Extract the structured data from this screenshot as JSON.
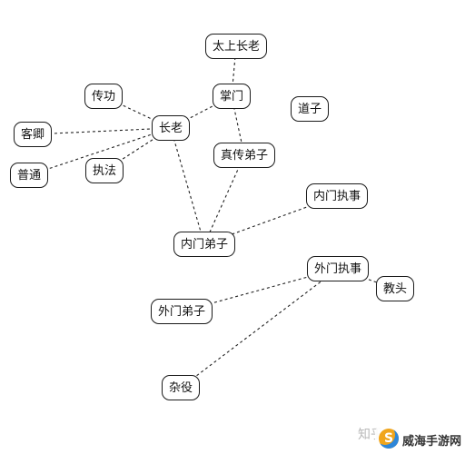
{
  "diagram": {
    "nodes": [
      {
        "id": "taishang",
        "label": "太上长老"
      },
      {
        "id": "zhangmen",
        "label": "掌门"
      },
      {
        "id": "daozi",
        "label": "道子"
      },
      {
        "id": "chuangong",
        "label": "传功"
      },
      {
        "id": "zhanglao",
        "label": "长老"
      },
      {
        "id": "keqing",
        "label": "客卿"
      },
      {
        "id": "zhenchuan",
        "label": "真传弟子"
      },
      {
        "id": "putong",
        "label": "普通"
      },
      {
        "id": "zhifa",
        "label": "执法"
      },
      {
        "id": "neimenzhishi",
        "label": "内门执事"
      },
      {
        "id": "neimendizi",
        "label": "内门弟子"
      },
      {
        "id": "waimenzhishi",
        "label": "外门执事"
      },
      {
        "id": "jiaotou",
        "label": "教头"
      },
      {
        "id": "waimendizi",
        "label": "外门弟子"
      },
      {
        "id": "zayi",
        "label": "杂役"
      }
    ],
    "edges": [
      [
        "taishang",
        "zhangmen"
      ],
      [
        "zhangmen",
        "zhanglao"
      ],
      [
        "zhangmen",
        "zhenchuan"
      ],
      [
        "chuangong",
        "zhanglao"
      ],
      [
        "keqing",
        "zhanglao"
      ],
      [
        "putong",
        "zhanglao"
      ],
      [
        "zhifa",
        "zhanglao"
      ],
      [
        "zhanglao",
        "neimendizi"
      ],
      [
        "zhenchuan",
        "neimendizi"
      ],
      [
        "neimenzhishi",
        "neimendizi"
      ],
      [
        "waimenzhishi",
        "jiaotou"
      ],
      [
        "waimenzhishi",
        "waimendizi"
      ],
      [
        "waimenzhishi",
        "zayi"
      ]
    ]
  },
  "watermark": {
    "zhihu": "知乎 @",
    "logo_glyph": "S",
    "site": "威海手游网"
  }
}
